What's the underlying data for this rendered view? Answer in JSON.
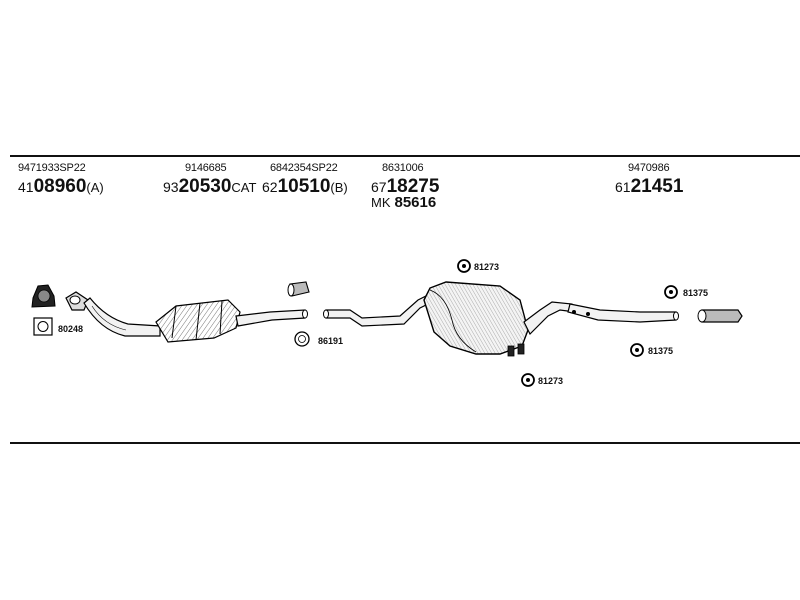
{
  "columns": [
    {
      "oe": "9471933SP22",
      "part_prefix": "41",
      "part_main": "08960",
      "part_suffix": "(A)"
    },
    {
      "oe": "9146685",
      "part_prefix": "93",
      "part_main": "20530",
      "part_suffix": "CAT"
    },
    {
      "oe": "6842354SP22",
      "part_prefix": "62",
      "part_main": "10510",
      "part_suffix": "(B)"
    },
    {
      "oe": "8631006",
      "part_prefix": "67",
      "part_main": "18275",
      "part_suffix": "",
      "mk_prefix": "MK",
      "mk_main": "85616"
    },
    {
      "oe": "9470986",
      "part_prefix": "61",
      "part_main": "21451",
      "part_suffix": ""
    }
  ],
  "labels": {
    "gasket_front": "80248",
    "ring_clamp": "86191",
    "hanger_upper": "81273",
    "hanger_lower": "81273",
    "hanger_rear_upper": "81375",
    "hanger_rear_lower": "81375"
  }
}
